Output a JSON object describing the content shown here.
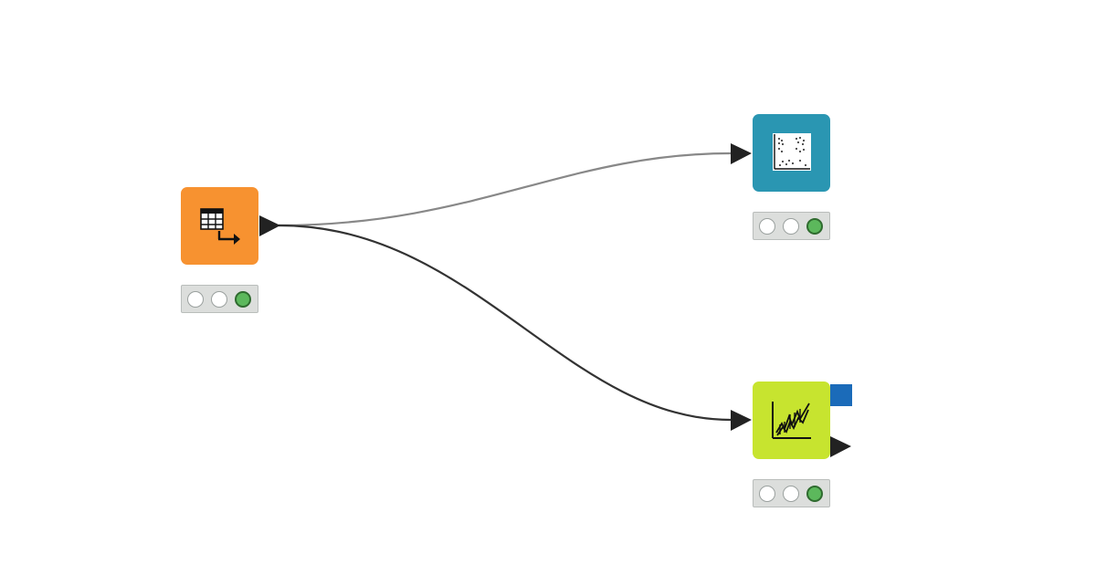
{
  "colors": {
    "reader_node": "#f79230",
    "view_node": "#2a96b2",
    "visualizer_node": "#c7e42f",
    "status_on": "#5cb85c",
    "status_off": "#ffffff",
    "flow_port": "#1b6bb9",
    "connection_active": "#333333",
    "connection_passive": "#888888"
  },
  "nodes": [
    {
      "id": "reader",
      "icon": "table-creator-icon",
      "status": [
        "off",
        "off",
        "on"
      ]
    },
    {
      "id": "view",
      "icon": "scatter-matrix-icon",
      "status": [
        "off",
        "off",
        "on"
      ]
    },
    {
      "id": "visualizer",
      "icon": "line-plot-icon",
      "status": [
        "off",
        "off",
        "on"
      ]
    }
  ],
  "connections": [
    {
      "from": "reader",
      "to": "view",
      "style": "passive"
    },
    {
      "from": "reader",
      "to": "visualizer",
      "style": "active"
    }
  ]
}
